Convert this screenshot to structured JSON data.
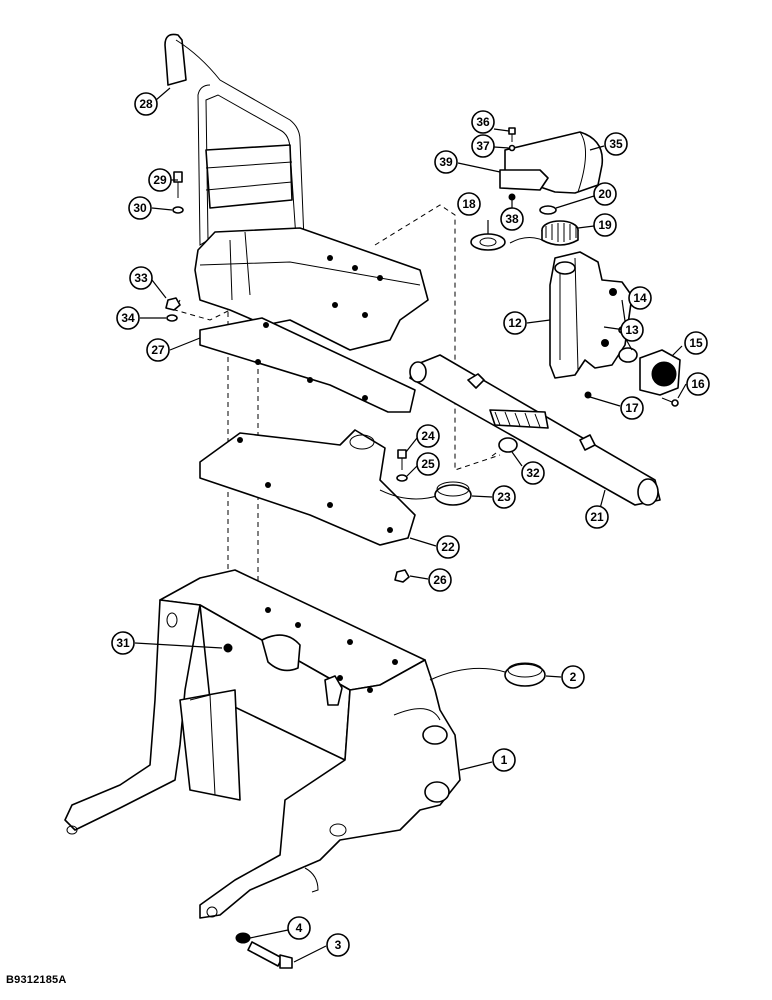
{
  "figure_code": "B9312185A",
  "callouts": [
    "1",
    "2",
    "3",
    "4",
    "12",
    "13",
    "14",
    "15",
    "16",
    "17",
    "18",
    "19",
    "20",
    "21",
    "22",
    "23",
    "24",
    "25",
    "26",
    "27",
    "28",
    "29",
    "30",
    "31",
    "32",
    "33",
    "34",
    "35",
    "36",
    "37",
    "38",
    "39"
  ]
}
